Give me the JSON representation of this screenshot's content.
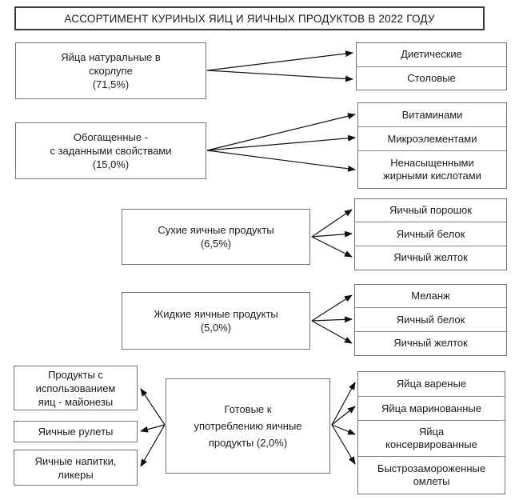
{
  "diagram": {
    "title": "АССОРТИМЕНТ КУРИНЫХ ЯИЦ И ЯИЧНЫХ ПРОДУКТОВ В 2022 ГОДУ",
    "groups": {
      "natural": {
        "label": "Яйца натуральные в\nскорлупе\n(71,5%)",
        "children": [
          "Диетические",
          "Столовые"
        ]
      },
      "enriched": {
        "label": "Обогащенные -\nс заданными свойствами\n(15,0%)",
        "children": [
          "Витаминами",
          "Микроэлементами",
          "Ненасыщенными\nжирными кислотами"
        ]
      },
      "dry": {
        "label": "Сухие яичные продукты\n(6,5%)",
        "children": [
          "Яичный порошок",
          "Яичный белок",
          "Яичный желток"
        ]
      },
      "liquid": {
        "label": "Жидкие яичные продукты\n(5,0%)",
        "children": [
          "Меланж",
          "Яичный белок",
          "Яичный желток"
        ]
      },
      "ready": {
        "label": "Готовые к\nупотреблению яичные\nпродукты (2,0%)",
        "left_children": [
          "Продукты с\nиспользованием\nяиц - майонезы",
          "Яичные рулеты",
          "Яичные напитки,\nликеры"
        ],
        "right_children": [
          "Яйца вареные",
          "Яйца маринованные",
          "Яйца\nконсервированные",
          "Быстрозамороженные\nомлеты"
        ]
      }
    },
    "colors": {
      "background": "#ffffff",
      "ink": "#1c1c1c",
      "box_border": "#6f6f6f",
      "title_border": "#3c3c3c",
      "arrow": "#111111"
    }
  }
}
